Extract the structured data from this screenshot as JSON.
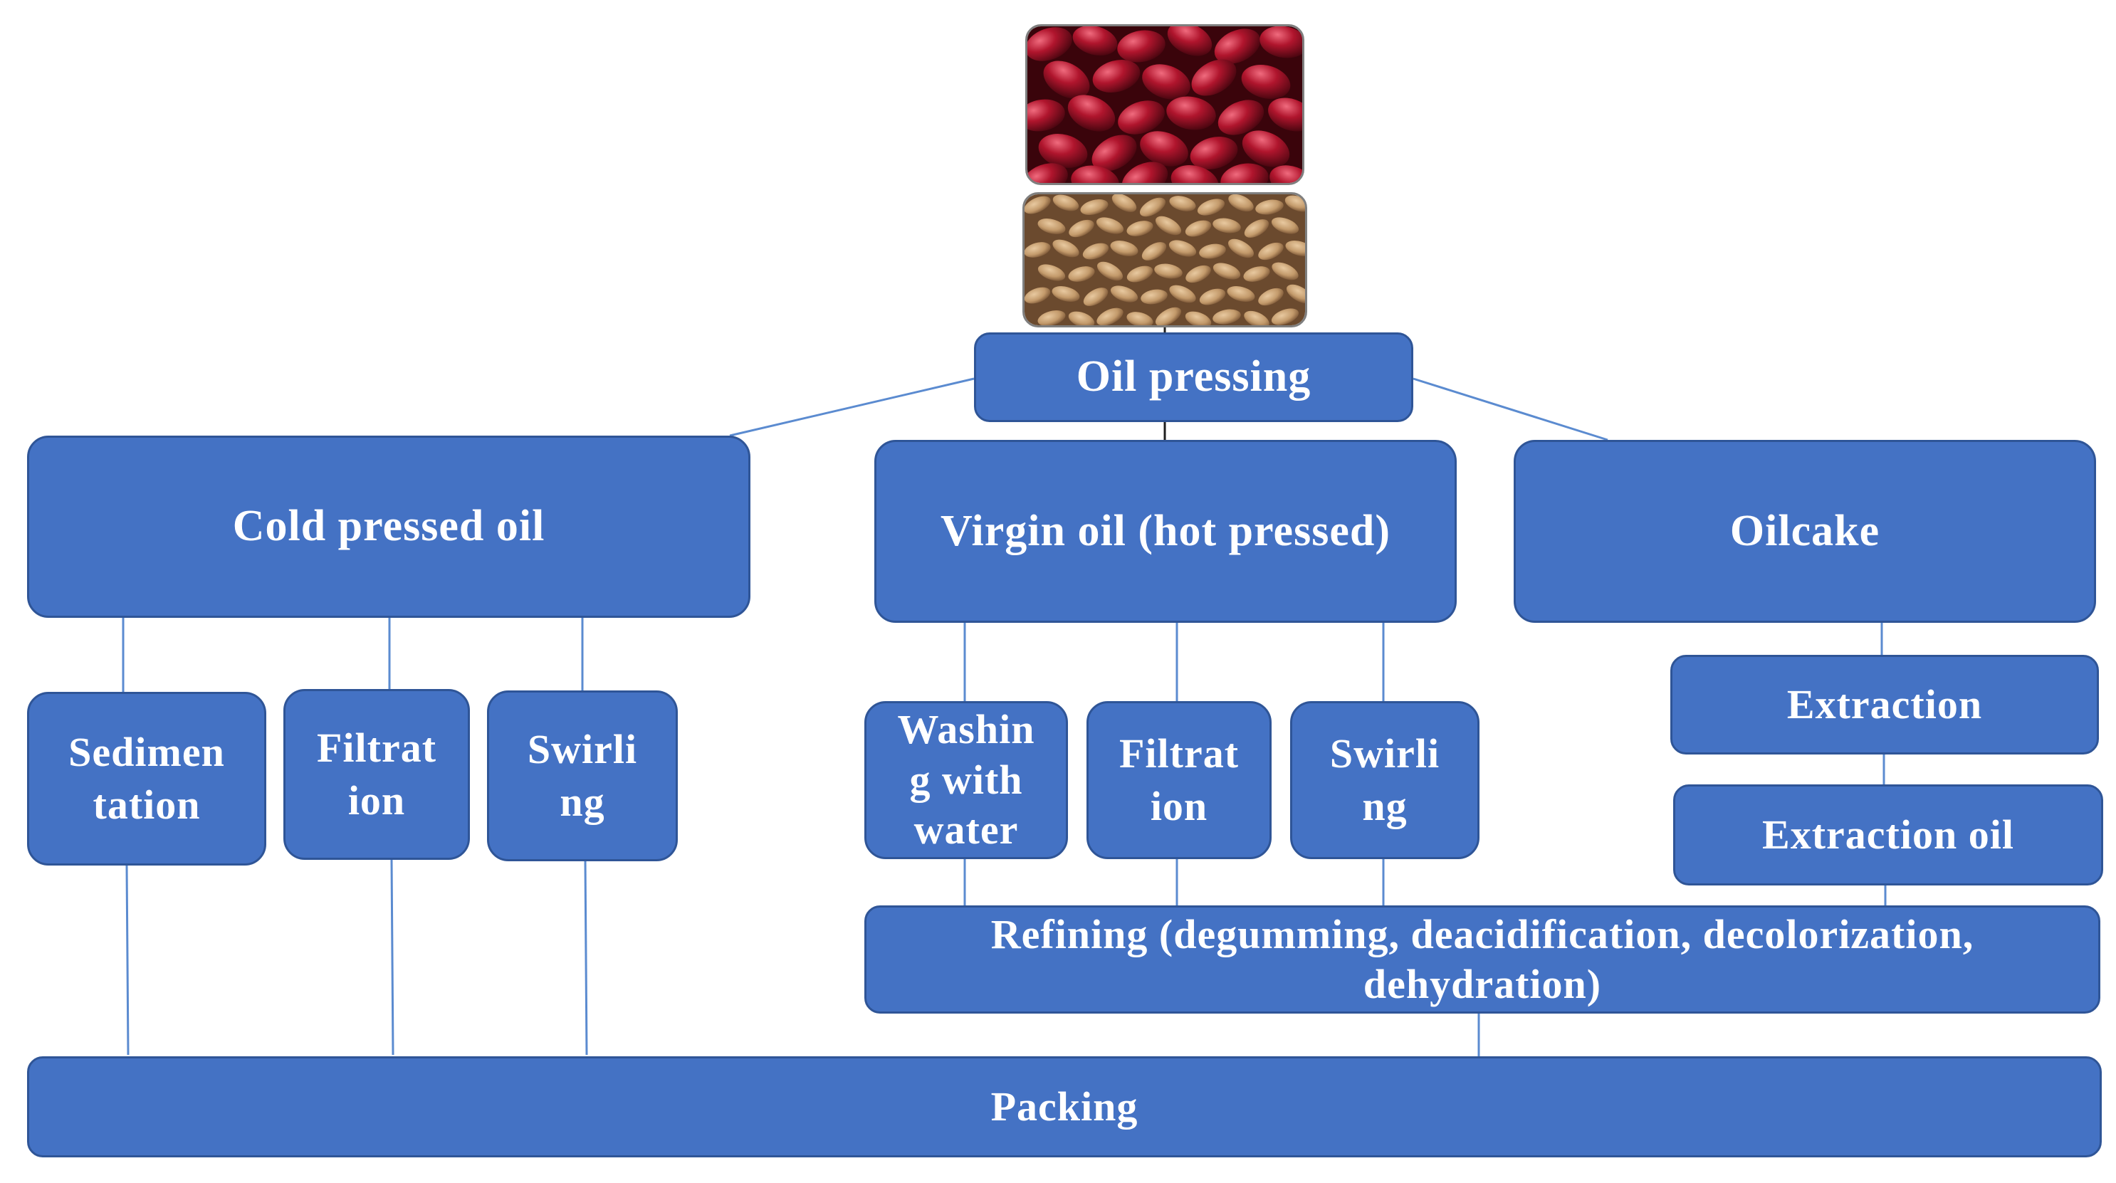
{
  "diagram": {
    "oil_pressing": "Oil pressing",
    "cold_pressed_oil": "Cold pressed oil",
    "virgin_oil": "Virgin oil (hot pressed)",
    "oilcake": "Oilcake",
    "cold_steps": [
      {
        "lines": [
          "Sedimen",
          "tation"
        ]
      },
      {
        "lines": [
          "Filtrat",
          "ion"
        ]
      },
      {
        "lines": [
          "Swirli",
          "ng"
        ]
      }
    ],
    "virgin_steps": [
      {
        "lines": [
          "Washin",
          "g with",
          "water"
        ]
      },
      {
        "lines": [
          "Filtrat",
          "ion"
        ]
      },
      {
        "lines": [
          "Swirli",
          "ng"
        ]
      }
    ],
    "extraction": "Extraction",
    "extraction_oil": "Extraction oil",
    "refining_line1": "Refining (degumming, deacidification, decolorization,",
    "refining_line2": "dehydration)",
    "packing": "Packing"
  },
  "images": [
    {
      "name": "cornelian-cherry-fruits-photo"
    },
    {
      "name": "seeds-photo"
    }
  ],
  "colors": {
    "box_fill": "#4472c4",
    "box_border": "#2f5597",
    "text": "#ffffff",
    "connector_blue": "#5b8bd0",
    "connector_dark": "#1f1f1f"
  }
}
